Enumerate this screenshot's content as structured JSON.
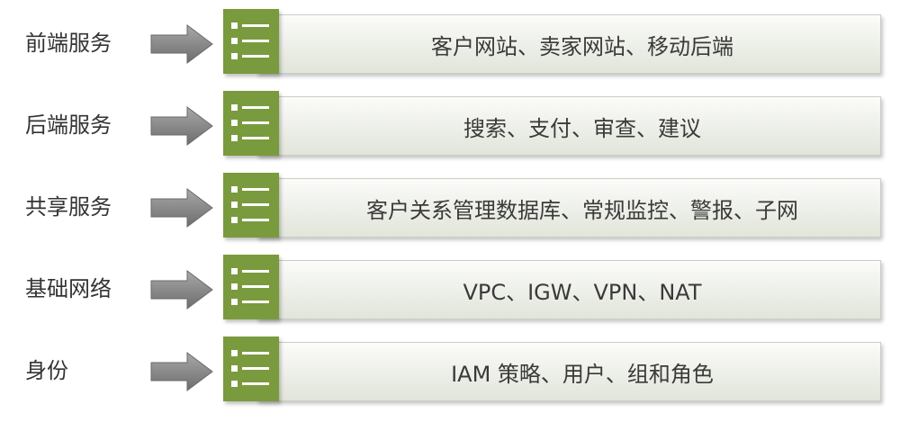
{
  "rows": [
    {
      "label": "前端服务",
      "description": "客户网站、卖家网站、移动后端"
    },
    {
      "label": "后端服务",
      "description": "搜索、支付、审查、建议"
    },
    {
      "label": "共享服务",
      "description": "客户关系管理数据库、常规监控、警报、子网"
    },
    {
      "label": "基础网络",
      "description": "VPC、IGW、VPN、NAT"
    },
    {
      "label": "身份",
      "description": "IAM 策略、用户、组和角色"
    }
  ],
  "colors": {
    "icon_green": "#7a9a3e",
    "arrow_gray": "#8c8c8c",
    "banner_border": "#c9cfc4"
  },
  "icons": {
    "row_arrow": "arrow-right-icon",
    "row_badge": "list-icon"
  }
}
